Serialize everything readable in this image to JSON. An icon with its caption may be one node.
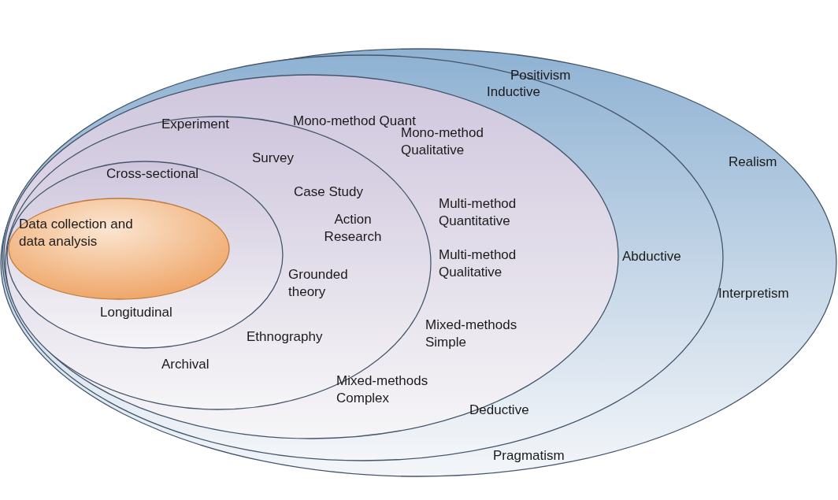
{
  "diagram": {
    "nodes": [
      {
        "text": [
          "Positivism",
          "Realism",
          "Interpretism",
          "Pragmatism"
        ]
      },
      {
        "text": [
          "Inductive",
          "Abductive",
          "Deductive"
        ],
        "in": 0
      },
      {
        "text": [
          "Mono-method Quant",
          "Mono-method Qualitative",
          "Multi-method Quantitative",
          "Multi-method Qualitative",
          "Mixed-methods Simple",
          "Mixed-methods Complex"
        ],
        "in": 1
      },
      {
        "text": [
          "Experiment",
          "Survey",
          "Case Study",
          "Action Research",
          "Grounded theory",
          "Ethnography",
          "Archival"
        ],
        "in": 2
      },
      {
        "text": [
          "Cross-sectional",
          "Longitudinal"
        ],
        "in": 3
      },
      {
        "text": [
          "Data collection and data analysis"
        ],
        "in": 4
      }
    ]
  }
}
